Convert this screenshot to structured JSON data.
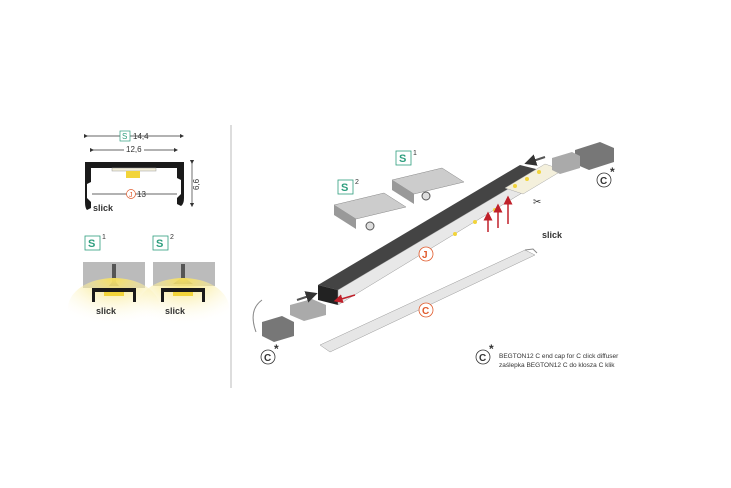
{
  "cross_section": {
    "width_outer": "14,4",
    "width_inner": "12,6",
    "height": "6,6",
    "diffuser_width": "13",
    "diffuser_letter": "J",
    "profile_letter": "S",
    "slick_label": "slick"
  },
  "variants": [
    {
      "letter": "S",
      "sup": "1",
      "slick_label": "slick"
    },
    {
      "letter": "S",
      "sup": "2",
      "slick_label": "slick"
    }
  ],
  "assembly": {
    "covers": [
      {
        "letter": "S",
        "sup": "1"
      },
      {
        "letter": "S",
        "sup": "2"
      }
    ],
    "diffuser_j": "J",
    "diffuser_c": "C",
    "slick_label": "slick",
    "end_cap_letter": "C",
    "end_cap_mark": "*"
  },
  "legend": {
    "letter": "C",
    "mark": "*",
    "line1": "BEGTON12 C end cap for C click diffuser",
    "line2": "zaślepka BEGTON12 C do klosza C klik"
  },
  "colors": {
    "s_badge": "#2e9e7e",
    "j_c_badge": "#e05a2b",
    "arrow_red": "#c0202a",
    "led_yellow": "#f2d43a"
  }
}
